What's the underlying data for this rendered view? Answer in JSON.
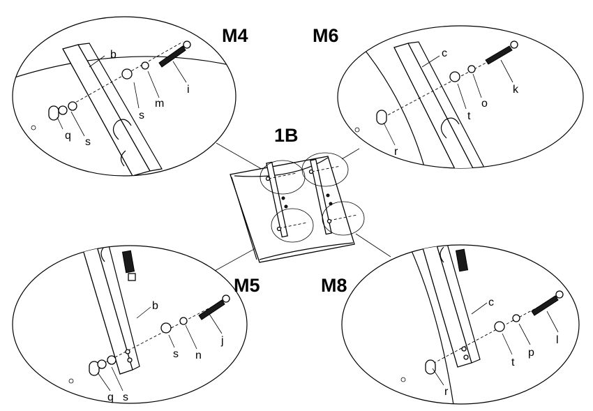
{
  "center_label": "1B",
  "panels": {
    "top_left": {
      "title": "M4",
      "labels": {
        "bracket": "b",
        "washer_large": "s",
        "lock_washer": "m",
        "screw": "i",
        "spacer": "q",
        "spacer_washer": "s"
      }
    },
    "top_right": {
      "title": "M6",
      "labels": {
        "bracket": "c",
        "washer_large": "t",
        "lock_washer": "o",
        "screw": "k",
        "spacer": "r"
      }
    },
    "bottom_left": {
      "title": "M5",
      "labels": {
        "bracket": "b",
        "washer_large": "s",
        "lock_washer": "n",
        "screw": "j",
        "spacer": "q",
        "spacer_washer": "s"
      }
    },
    "bottom_right": {
      "title": "M8",
      "labels": {
        "bracket": "c",
        "washer_large": "t",
        "lock_washer": "p",
        "screw": "l",
        "spacer": "r"
      }
    }
  }
}
